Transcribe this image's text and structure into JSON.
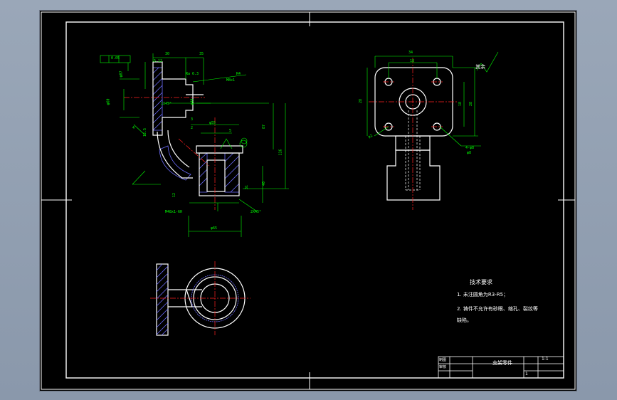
{
  "colors": {
    "background": "#000000",
    "frame": "#ffffff",
    "outline": "#ffffff",
    "dimension": "#00ff00",
    "centerline": "#ff2020",
    "hatch": "#6e6eff",
    "desktop": "#95a3b6"
  },
  "dimensions": {
    "flatness": "0.05",
    "d1": "30",
    "d2": "35",
    "d3": "5.12",
    "d4": "R4",
    "d5": "M8x1",
    "d6": "φ60",
    "d7": "φ87",
    "d8": "1X45°",
    "d9": "φ40",
    "d10": "4",
    "d11": "12.5",
    "d12": "Ra 6.3",
    "d13": "3",
    "d14": "2",
    "d15": "87",
    "d16": "116",
    "d17": "40",
    "d18": "31",
    "d19": "φ55",
    "d20": "M48x1-6H",
    "d21": "2X45°",
    "d22": "φ65",
    "d23": "12",
    "d24": "5",
    "d25": "28",
    "d26": "18",
    "d27": "34",
    "d28": "4-φ8",
    "d29": "φ8",
    "d30": "R2"
  },
  "surface_note": "其余",
  "technical_requirements": {
    "title": "技术要求",
    "items": [
      "1.   未注圆角为R3-R5；",
      "2.   铸件不允许有砂眼、缩孔、裂纹等",
      "缺陷。"
    ]
  },
  "title_block": {
    "part_name": "支架零件",
    "scale": "1:1",
    "quantity": "1",
    "row1": "制图",
    "row2": "审核"
  }
}
